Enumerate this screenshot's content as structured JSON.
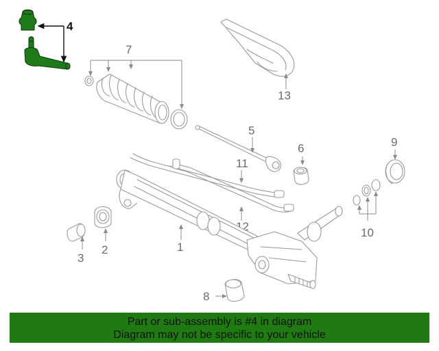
{
  "callouts": {
    "c1": "1",
    "c2": "2",
    "c3": "3",
    "c4": "4",
    "c5": "5",
    "c6": "6",
    "c7": "7",
    "c8": "8",
    "c9": "9",
    "c10": "10",
    "c11": "11",
    "c12": "12",
    "c13": "13"
  },
  "highlighted_part": "4",
  "colors": {
    "highlight": "#1f7a1a",
    "banner": "#1f7a12",
    "part_outline": "#9a9a9a"
  },
  "banner": {
    "line1": "Part or sub-assembly is #4 in diagram",
    "line2": "Diagram may not be specific to your vehicle"
  }
}
